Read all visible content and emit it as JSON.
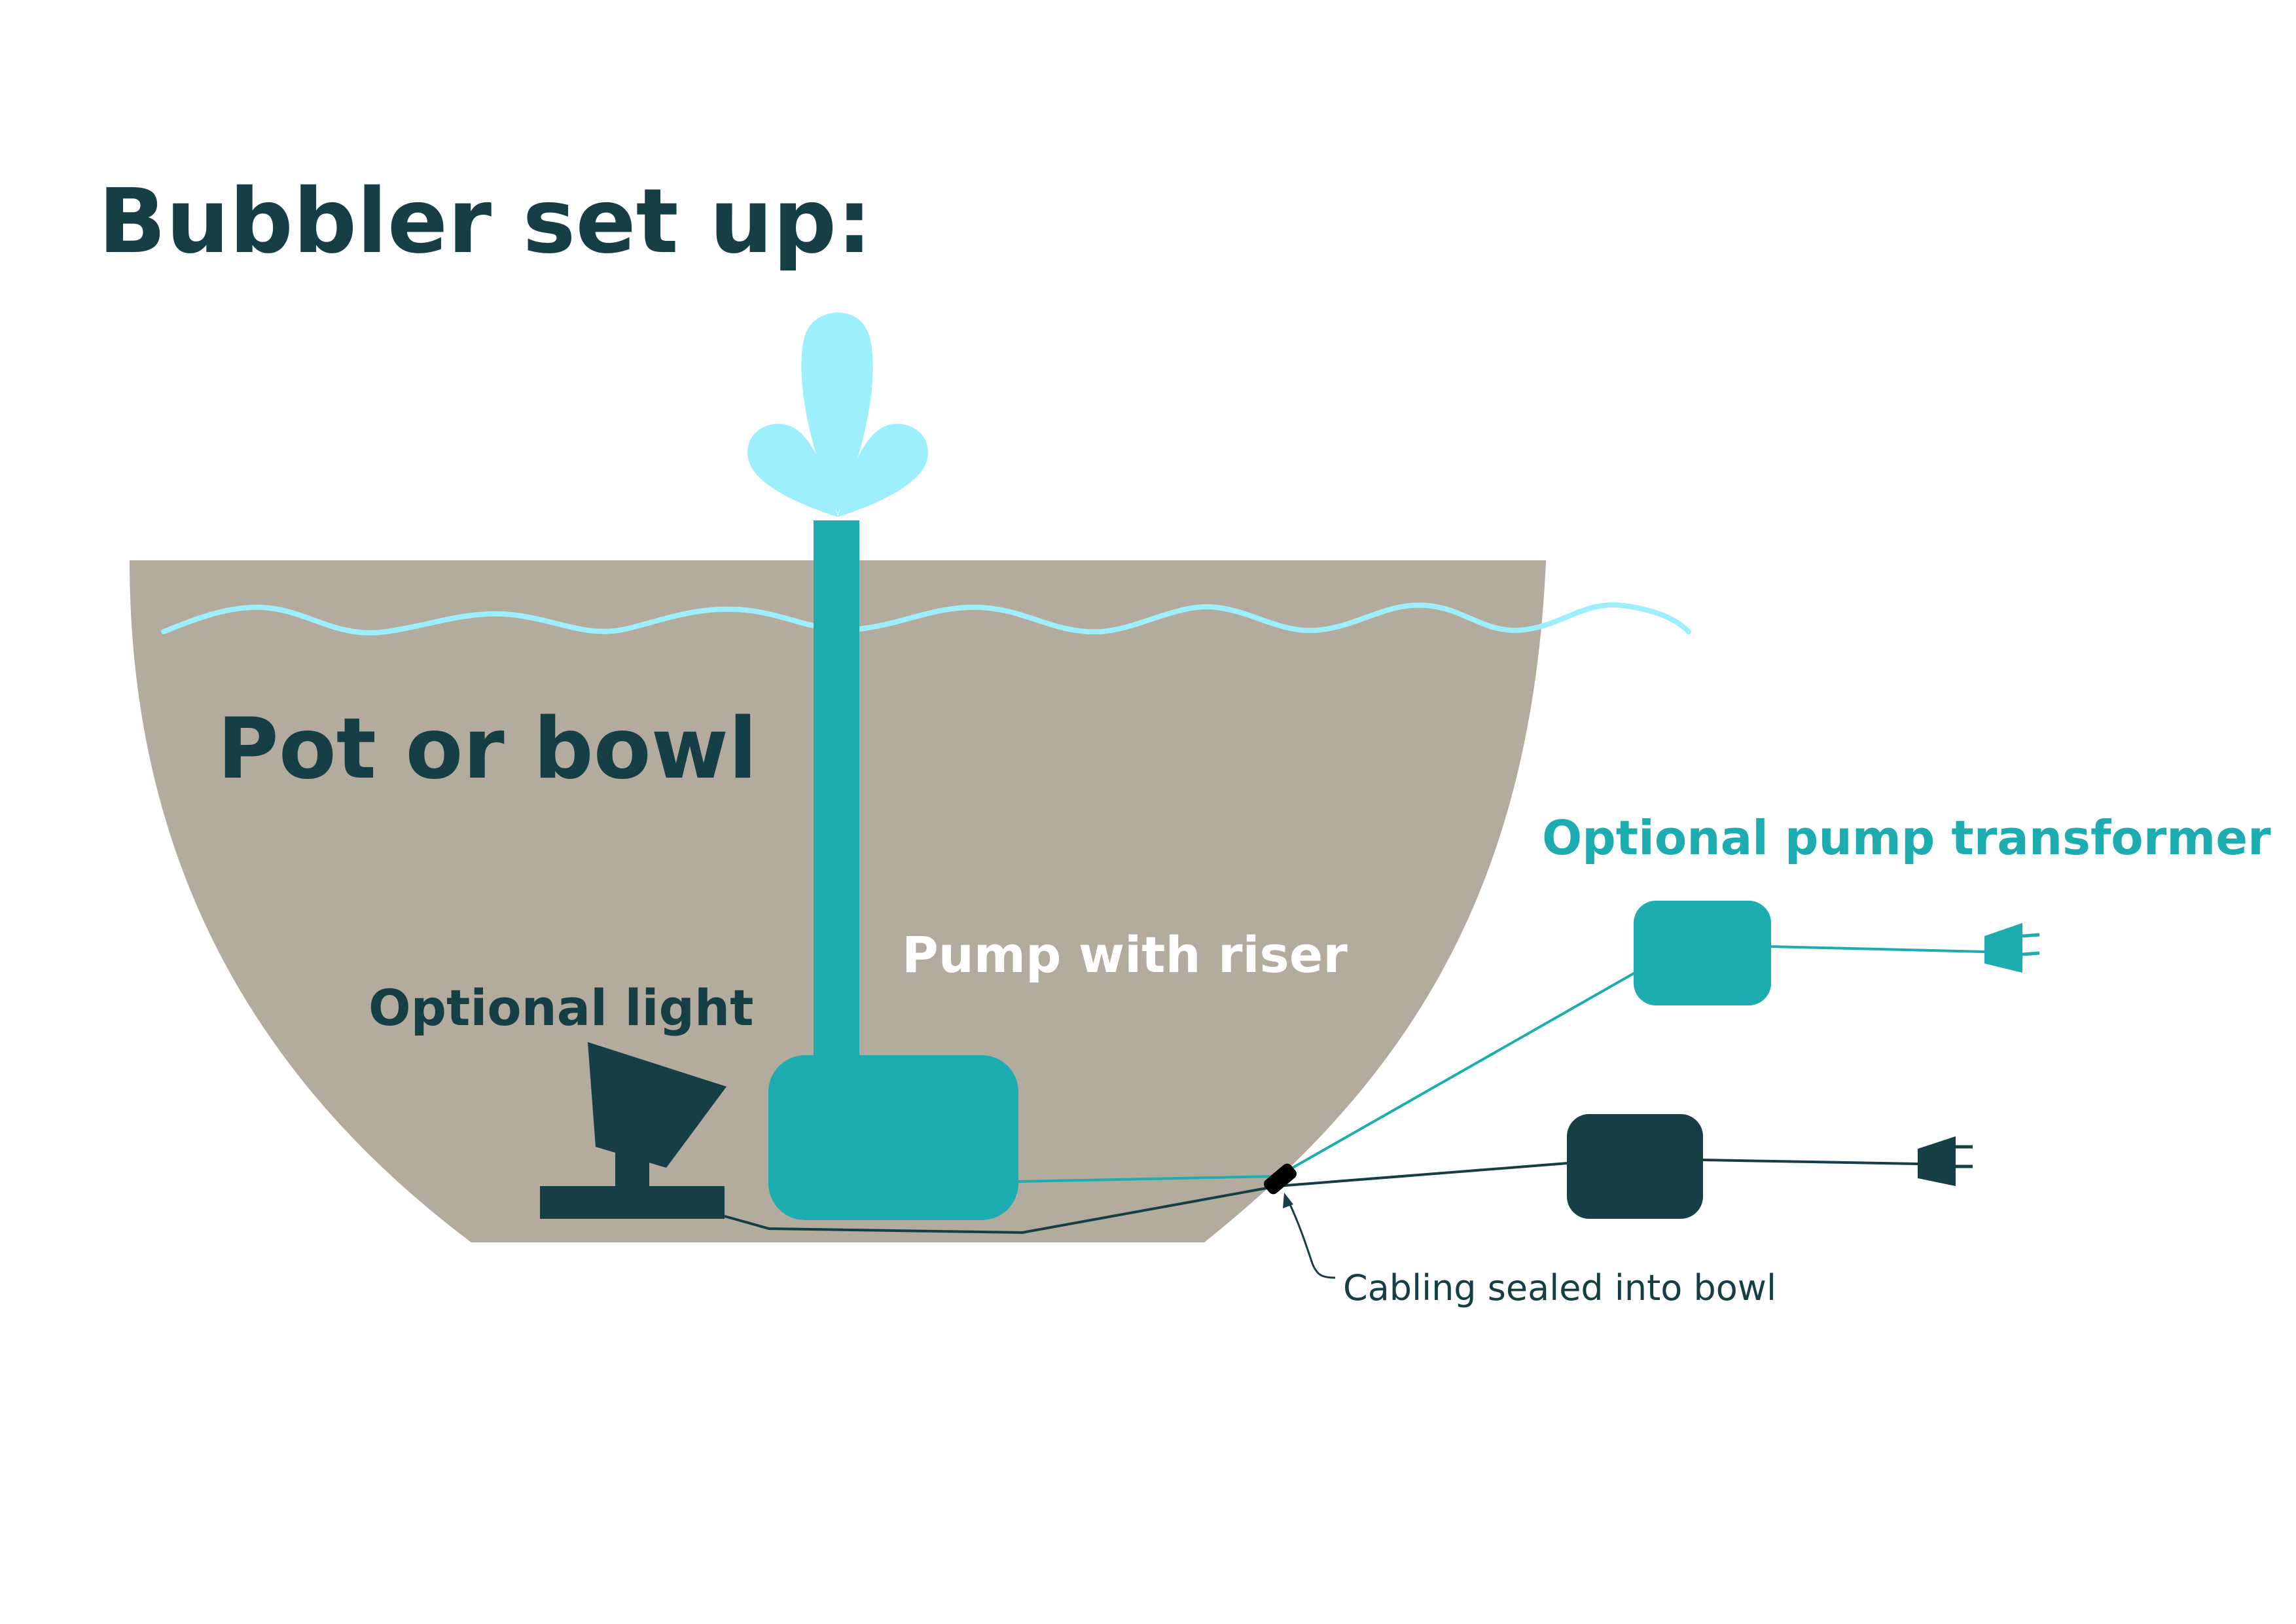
{
  "title": "Bubbler set up:",
  "labels": {
    "bowl": "Pot or bowl",
    "pump": "Pump with riser",
    "light": "Optional light",
    "transformer": "Optional pump transformer",
    "cabling": "Cabling sealed into bowl"
  },
  "icons": {
    "fountain_spray": "water-spray-icon",
    "plug_pump": "plug-icon",
    "plug_light": "plug-icon",
    "light": "spotlight-icon"
  },
  "colors": {
    "dark_teal": "#163f45",
    "teal": "#1dadb0",
    "light_blue": "#9eeffd",
    "bowl": "#b3ab9e",
    "white": "#ffffff"
  }
}
